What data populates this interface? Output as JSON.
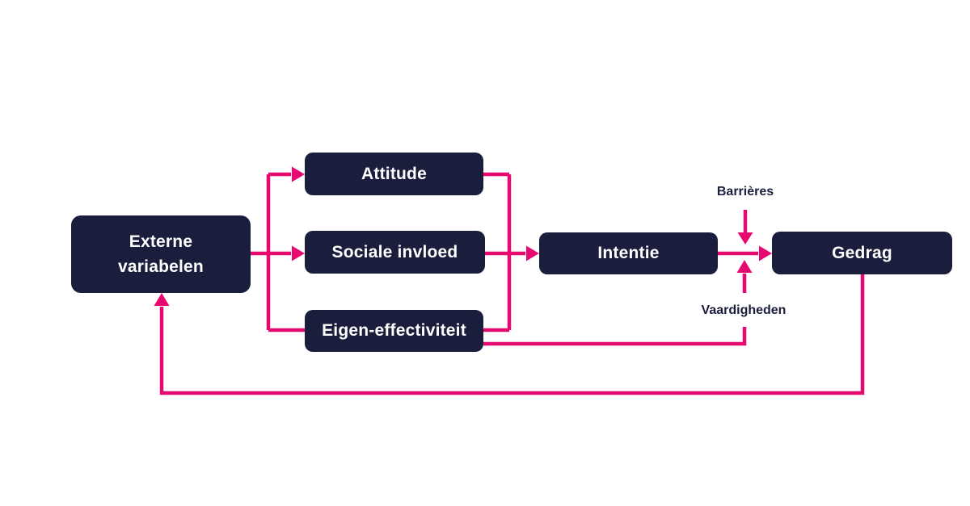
{
  "diagram": {
    "colors": {
      "background": "#ffffff",
      "node_fill": "#1a1d3c",
      "node_text": "#ffffff",
      "arrow": "#e60a70",
      "annotation_text": "#1a1d3c"
    },
    "nodes": [
      {
        "id": "externe-variabelen",
        "label": "Externe variabelen"
      },
      {
        "id": "attitude",
        "label": "Attitude"
      },
      {
        "id": "sociale-invloed",
        "label": "Sociale invloed"
      },
      {
        "id": "eigen-effectiviteit",
        "label": "Eigen-effectiviteit"
      },
      {
        "id": "intentie",
        "label": "Intentie"
      },
      {
        "id": "gedrag",
        "label": "Gedrag"
      }
    ],
    "annotations": [
      {
        "id": "barrieres",
        "label": "Barrières"
      },
      {
        "id": "vaardigheden",
        "label": "Vaardigheden"
      }
    ],
    "edges": [
      {
        "from": "externe-variabelen",
        "to": "attitude",
        "arrowhead": true
      },
      {
        "from": "externe-variabelen",
        "to": "sociale-invloed",
        "arrowhead": true
      },
      {
        "from": "externe-variabelen",
        "to": "eigen-effectiviteit",
        "arrowhead": false
      },
      {
        "from": "attitude",
        "to": "intentie",
        "arrowhead": true
      },
      {
        "from": "sociale-invloed",
        "to": "intentie",
        "arrowhead": true
      },
      {
        "from": "eigen-effectiviteit",
        "to": "intentie",
        "arrowhead": true
      },
      {
        "from": "intentie",
        "to": "gedrag",
        "arrowhead": true
      },
      {
        "from": "barrieres",
        "to": "intentie-gedrag-link",
        "arrowhead": true
      },
      {
        "from": "eigen-effectiviteit",
        "to": "vaardigheden",
        "arrowhead": false
      },
      {
        "from": "vaardigheden",
        "to": "intentie-gedrag-link",
        "arrowhead": true
      },
      {
        "from": "gedrag",
        "to": "externe-variabelen",
        "arrowhead": true
      }
    ]
  }
}
